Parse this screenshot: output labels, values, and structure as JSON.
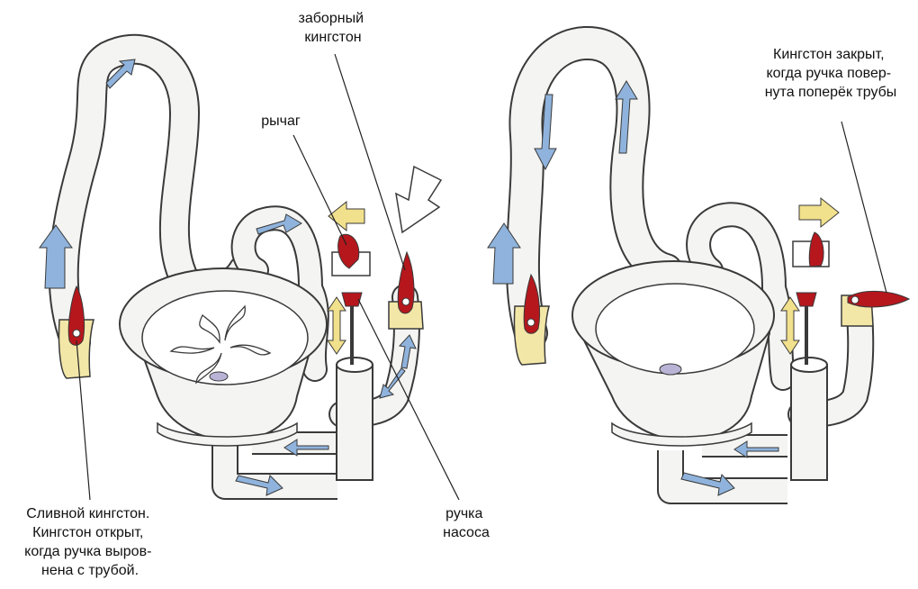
{
  "labels": {
    "intake_valve": [
      "заборный",
      "кингстон"
    ],
    "lever": "рычаг",
    "drain_valve": [
      "Сливной кингстон.",
      "Кингстон открыт,",
      "когда ручка выров-",
      "нена с трубой."
    ],
    "pump_handle": [
      "ручка",
      "насоса"
    ],
    "valve_closed": [
      "Кингстон закрыт,",
      "когда ручка повер-",
      "нута поперёк трубы"
    ]
  },
  "colors": {
    "pipe_fill": "#f4f4f2",
    "outline": "#3a3a3a",
    "water_arrow": "#8fb3dc",
    "valve_red": "#b5171d",
    "valve_base": "#f3e7a8",
    "yellow_arrow": "#f1e08c"
  },
  "icons": {
    "flow": "water-flow-arrow-icon",
    "motion": "lever-motion-arrow-icon",
    "updown": "pump-stroke-arrow-icon",
    "push": "push-arrow-icon"
  }
}
